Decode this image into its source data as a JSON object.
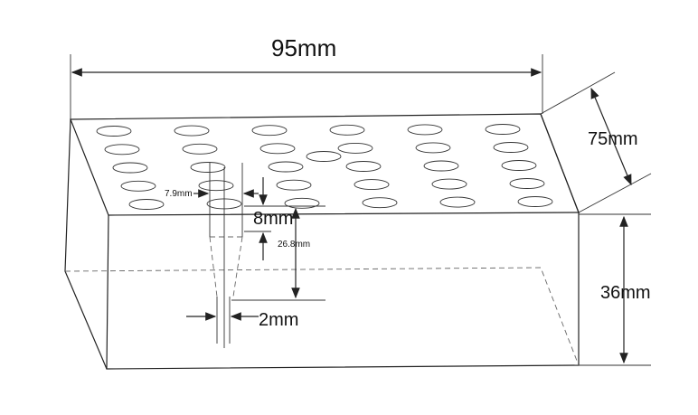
{
  "diagram": {
    "dimensions": {
      "length": "95mm",
      "width": "75mm",
      "height": "36mm",
      "hole_diameter": "7.9mm",
      "hole_depth_upper": "8mm",
      "hole_depth_total": "26.8mm",
      "hole_bottom": "2mm"
    },
    "hole_grid": {
      "rows": 5,
      "cols": 6
    }
  }
}
